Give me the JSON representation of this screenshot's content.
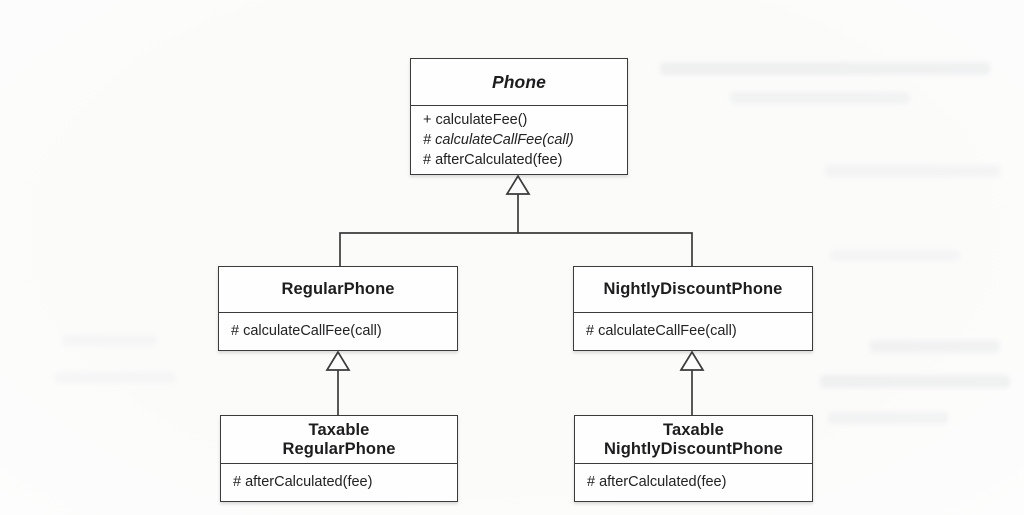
{
  "diagram": {
    "type": "uml-class-diagram",
    "classes": [
      {
        "name": "Phone",
        "abstract": true,
        "methods": [
          {
            "text": "+ calculateFee()",
            "abstract": false
          },
          {
            "text": "# calculateCallFee(call)",
            "abstract": true
          },
          {
            "text": "# afterCalculated(fee)",
            "abstract": false
          }
        ]
      },
      {
        "name": "RegularPhone",
        "abstract": false,
        "methods": [
          {
            "text": "# calculateCallFee(call)",
            "abstract": false
          }
        ]
      },
      {
        "name": "NightlyDiscountPhone",
        "abstract": false,
        "methods": [
          {
            "text": "# calculateCallFee(call)",
            "abstract": false
          }
        ]
      },
      {
        "name": "TaxableRegularPhone",
        "name_lines": [
          "Taxable",
          "RegularPhone"
        ],
        "abstract": false,
        "methods": [
          {
            "text": "# afterCalculated(fee)",
            "abstract": false
          }
        ]
      },
      {
        "name": "TaxableNightlyDiscountPhone",
        "name_lines": [
          "Taxable",
          "NightlyDiscountPhone"
        ],
        "abstract": false,
        "methods": [
          {
            "text": "# afterCalculated(fee)",
            "abstract": false
          }
        ]
      }
    ],
    "relations": [
      {
        "type": "generalization",
        "from": "RegularPhone",
        "to": "Phone"
      },
      {
        "type": "generalization",
        "from": "NightlyDiscountPhone",
        "to": "Phone"
      },
      {
        "type": "generalization",
        "from": "TaxableRegularPhone",
        "to": "RegularPhone"
      },
      {
        "type": "generalization",
        "from": "TaxableNightlyDiscountPhone",
        "to": "NightlyDiscountPhone"
      }
    ],
    "colors": {
      "border": "#3b3b3b",
      "text": "#1d1d1f",
      "box_fill": "#fefefe",
      "page_background": "#fbfbfa"
    }
  }
}
